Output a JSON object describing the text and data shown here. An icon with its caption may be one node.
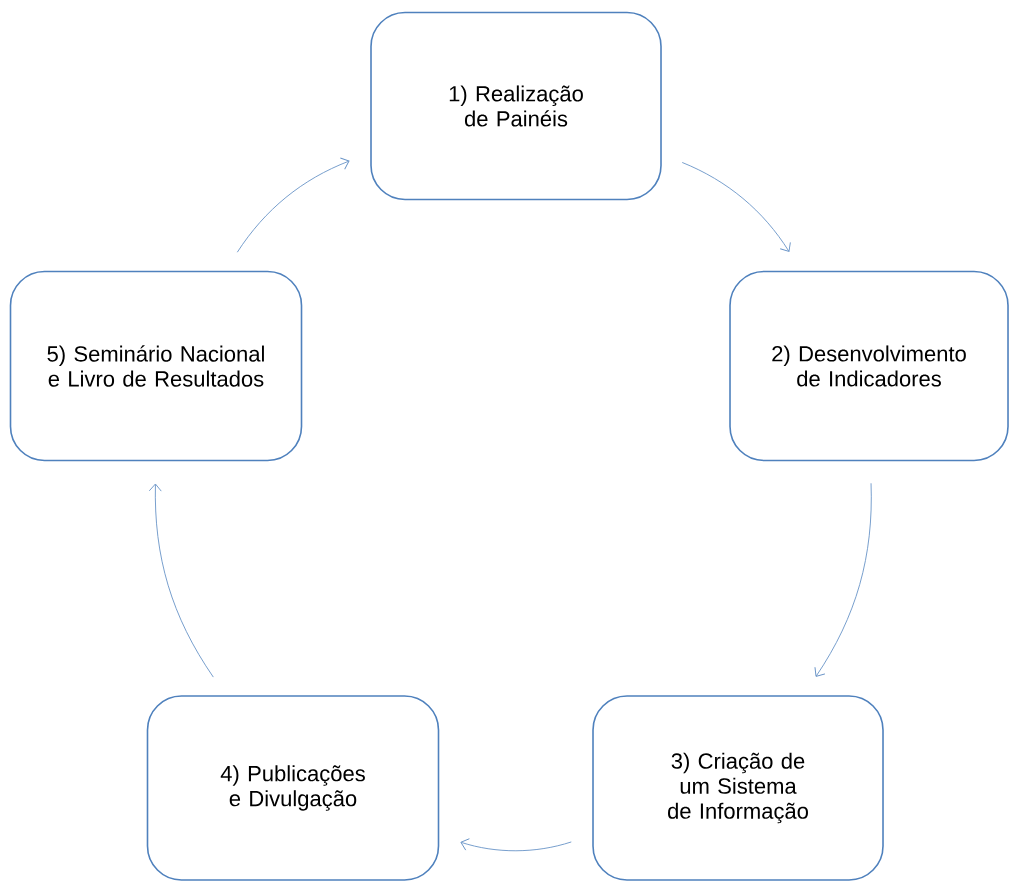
{
  "diagram": {
    "nodes": [
      {
        "text": [
          "1) Realização de Painéis"
        ]
      },
      {
        "text": [
          "2) Desenvolvimento de Indicadores"
        ]
      },
      {
        "text": [
          "3) Criação de um Sistema de Informação"
        ]
      },
      {
        "text": [
          "4) Publicações e Divulgação"
        ]
      },
      {
        "text": [
          "5) Seminário Nacional e Livro de Resultados"
        ]
      }
    ],
    "edges": [
      {
        "from": 0,
        "to": 1,
        "arrow": "to"
      },
      {
        "from": 1,
        "to": 2,
        "arrow": "to"
      },
      {
        "from": 2,
        "to": 3,
        "arrow": "to"
      },
      {
        "from": 3,
        "to": 4,
        "arrow": "to"
      },
      {
        "from": 4,
        "to": 0,
        "arrow": "to"
      }
    ]
  }
}
